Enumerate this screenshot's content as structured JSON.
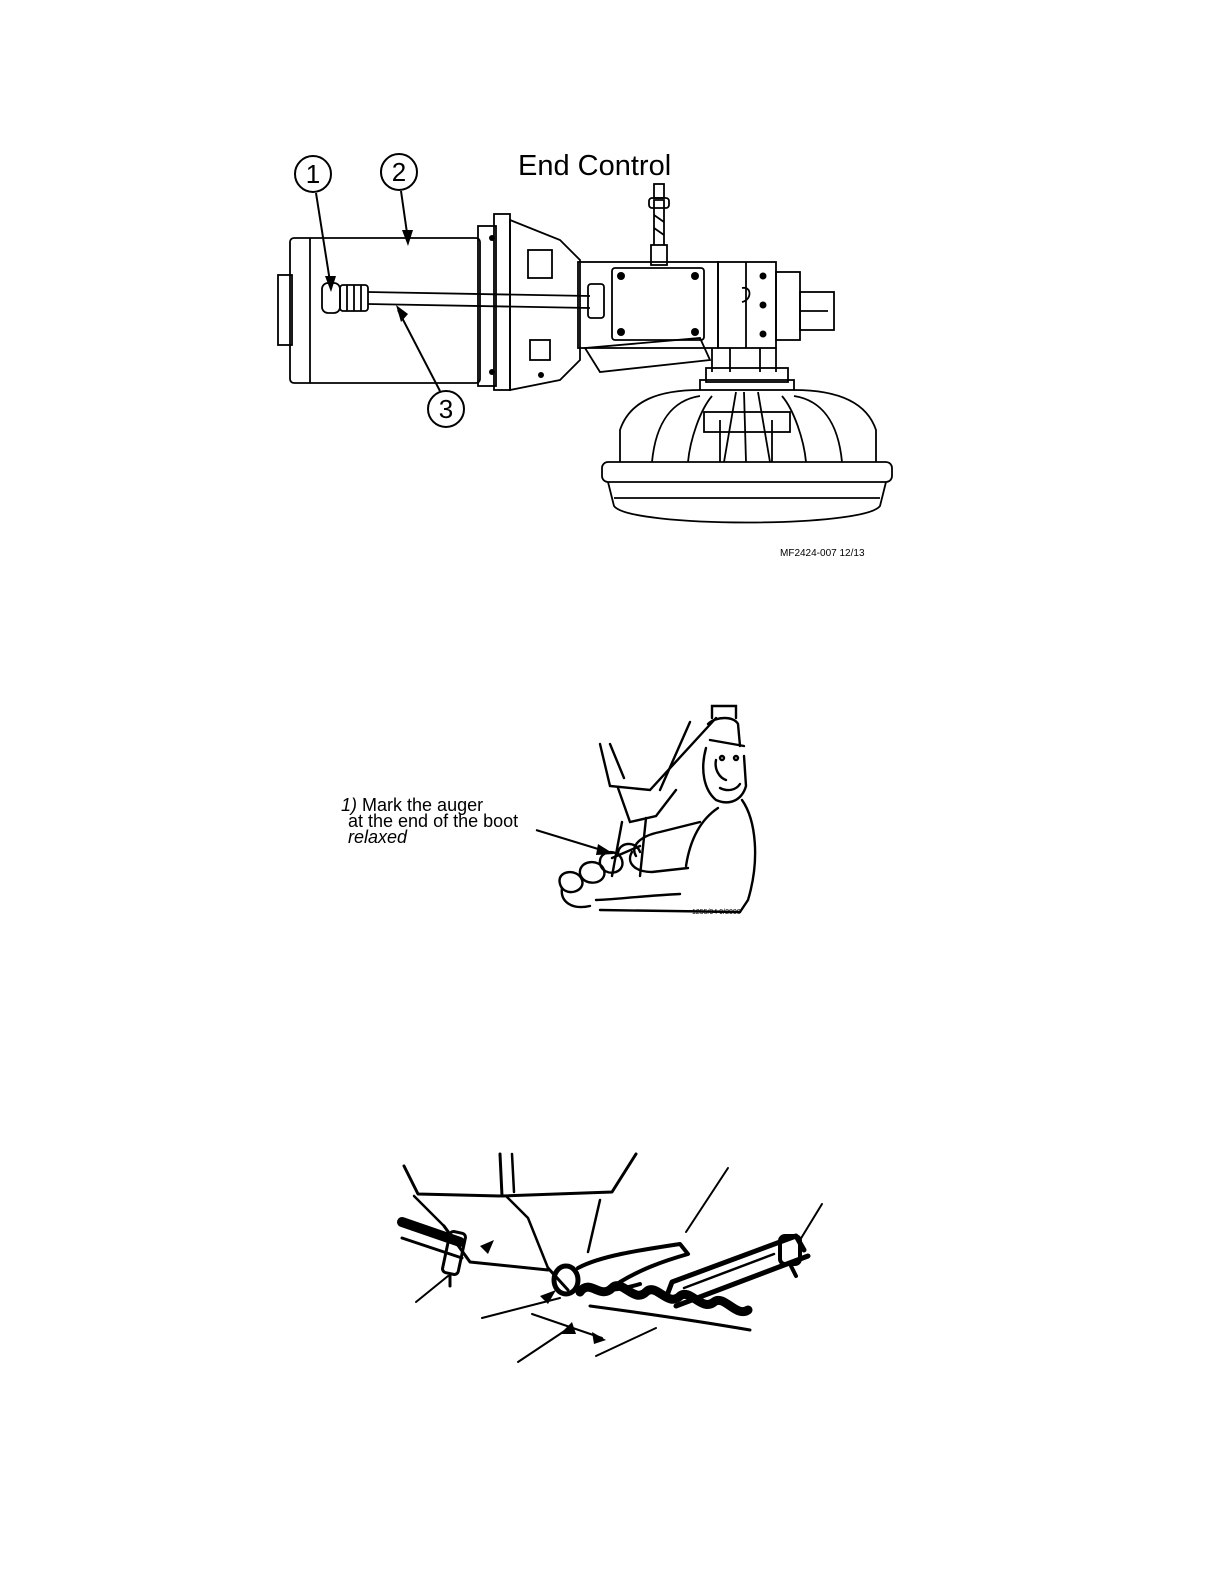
{
  "figure1": {
    "title": "End Control",
    "callouts": [
      "1",
      "2",
      "3"
    ],
    "ref_code": "MF2424-007 12/13"
  },
  "figure2": {
    "step_number": "1)",
    "step_line1": "Mark the auger",
    "step_line2": "at the end of the boot",
    "step_line3": "relaxed",
    "ref_code": "1255/94 9/2000"
  },
  "figure3": {}
}
